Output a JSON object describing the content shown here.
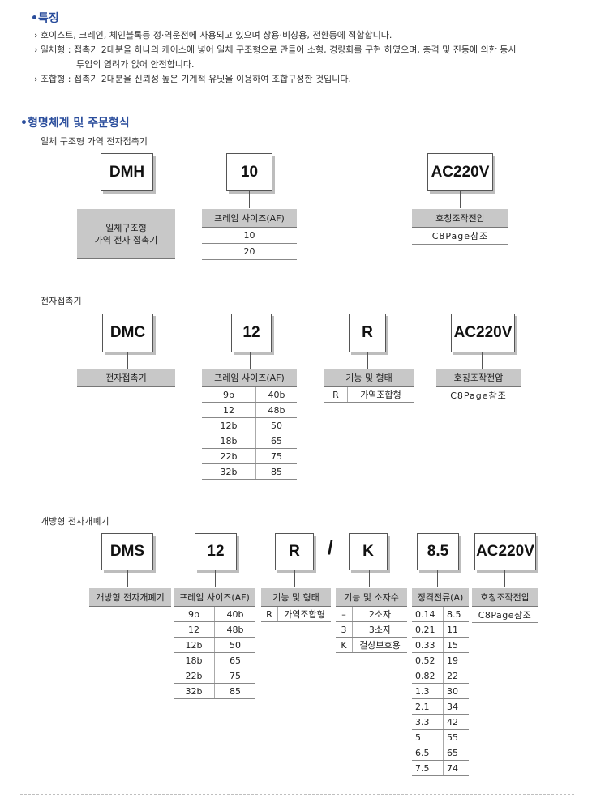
{
  "features": {
    "title": "•특징",
    "lines": [
      "› 호이스트, 크레인, 체인블록등 정·역운전에 사용되고 있으며 상용·비상용, 전환등에 적합합니다.",
      "› 일체형 : 접촉기 2대분을 하나의 케이스에 넣어 일체 구조형으로 만들어 소형, 경량화를 구현 하였으며, 충격 및 진동에 의한 동시",
      "투입의 염려가 없어 안전합니다.",
      "› 조합형 : 접촉기 2대분을 신뢰성 높은 기계적 유닛을 이용하여 조합구성한 것입니다."
    ]
  },
  "ordering": {
    "title": "•형명체계 및 주문형식",
    "integrated": {
      "subtitle": "일체 구조형 가역 전자접촉기",
      "boxes": [
        "DMH",
        "10",
        "AC220V"
      ],
      "desc_line1": "일체구조형",
      "desc_line2": "가역 전자 접촉기",
      "frame_header": "프레임 사이즈(AF)",
      "frame_values": [
        "10",
        "20"
      ],
      "voltage_header": "호칭조작전압",
      "voltage_ref": "C8Page참조"
    },
    "contactor": {
      "subtitle": "전자접촉기",
      "boxes": [
        "DMC",
        "12",
        "R",
        "AC220V"
      ],
      "desc": "전자접촉기",
      "frame_header": "프레임 사이즈(AF)",
      "frame_rows": [
        [
          "9b",
          "40b"
        ],
        [
          "12",
          "48b"
        ],
        [
          "12b",
          "50"
        ],
        [
          "18b",
          "65"
        ],
        [
          "22b",
          "75"
        ],
        [
          "32b",
          "85"
        ]
      ],
      "function_header": "기능 및 형태",
      "function_rows": [
        [
          "R",
          "가역조합형"
        ]
      ],
      "voltage_header": "호칭조작전압",
      "voltage_ref": "C8Page참조"
    },
    "open_type": {
      "subtitle": "개방형 전자개폐기",
      "boxes": [
        "DMS",
        "12",
        "R",
        "K",
        "8.5",
        "AC220V"
      ],
      "slash": "/",
      "desc": "개방형 전자개폐기",
      "frame_header": "프레임 사이즈(AF)",
      "frame_rows": [
        [
          "9b",
          "40b"
        ],
        [
          "12",
          "48b"
        ],
        [
          "12b",
          "50"
        ],
        [
          "18b",
          "65"
        ],
        [
          "22b",
          "75"
        ],
        [
          "32b",
          "85"
        ]
      ],
      "function_header": "기능 및 형태",
      "function_rows": [
        [
          "R",
          "가역조합형"
        ]
      ],
      "contacts_header": "기능 및 소자수",
      "contacts_rows": [
        [
          "–",
          "2소자"
        ],
        [
          "3",
          "3소자"
        ],
        [
          "K",
          "결상보호용"
        ]
      ],
      "current_header": "정격전류(A)",
      "current_rows": [
        [
          "0.14",
          "8.5"
        ],
        [
          "0.21",
          "11"
        ],
        [
          "0.33",
          "15"
        ],
        [
          "0.52",
          "19"
        ],
        [
          "0.82",
          "22"
        ],
        [
          "1.3",
          "30"
        ],
        [
          "2.1",
          "34"
        ],
        [
          "3.3",
          "42"
        ],
        [
          "5",
          "55"
        ],
        [
          "6.5",
          "65"
        ],
        [
          "7.5",
          "74"
        ]
      ],
      "voltage_header": "호칭조작전압",
      "voltage_ref": "C8Page참조"
    }
  }
}
